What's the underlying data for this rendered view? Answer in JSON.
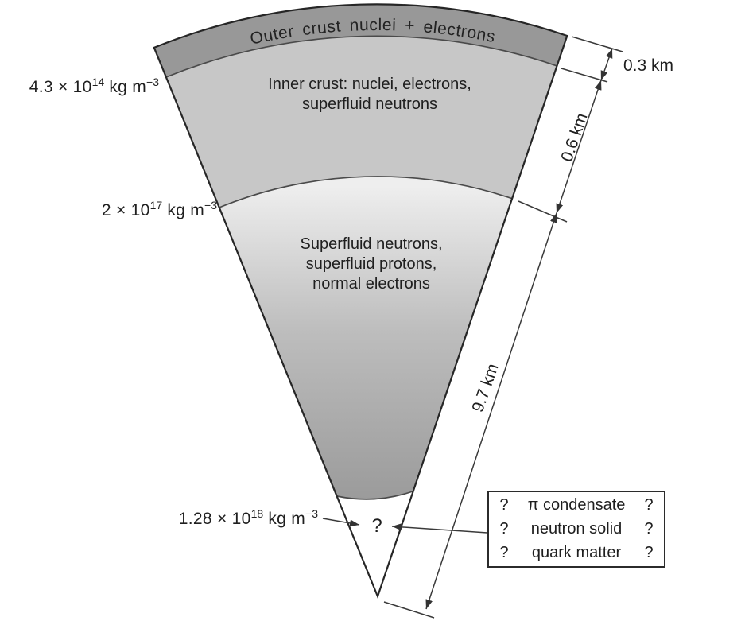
{
  "labels": {
    "outer_crust": "Outer crust nuclei + electrons",
    "inner_crust_line1": "Inner crust: nuclei, electrons,",
    "inner_crust_line2": "superfluid neutrons",
    "superfluid_line1": "Superfluid neutrons,",
    "superfluid_line2": "superfluid protons,",
    "superfluid_line3": "normal electrons"
  },
  "densities": {
    "outer": {
      "base": "4.3 × 10",
      "exp": "14",
      "unit": " kg m",
      "unit_exp": "−3"
    },
    "inner": {
      "base": "2 × 10",
      "exp": "17",
      "unit": " kg m",
      "unit_exp": "−3"
    },
    "core": {
      "base": "1.28 × 10",
      "exp": "18",
      "unit": " kg m",
      "unit_exp": "−3"
    }
  },
  "dimensions": {
    "outer_crust_thickness": "0.3 km",
    "inner_crust_thickness": "0.6 km",
    "interior_thickness": "9.7 km"
  },
  "core": {
    "symbol": "?"
  },
  "core_box": {
    "rows": [
      {
        "q_left": "?",
        "name": "π condensate",
        "q_right": "?"
      },
      {
        "q_left": "?",
        "name": "neutron solid",
        "q_right": "?"
      },
      {
        "q_left": "?",
        "name": "quark matter",
        "q_right": "?"
      }
    ]
  },
  "colors": {
    "outer_crust": "#989898",
    "inner_crust": "#c7c7c7",
    "superfluid_top": "#eeeeee",
    "superfluid_mid": "#bdbdbd",
    "superfluid_bottom": "#999999",
    "core_fill": "#ffffff",
    "line": "#333333",
    "outline": "#262626"
  }
}
